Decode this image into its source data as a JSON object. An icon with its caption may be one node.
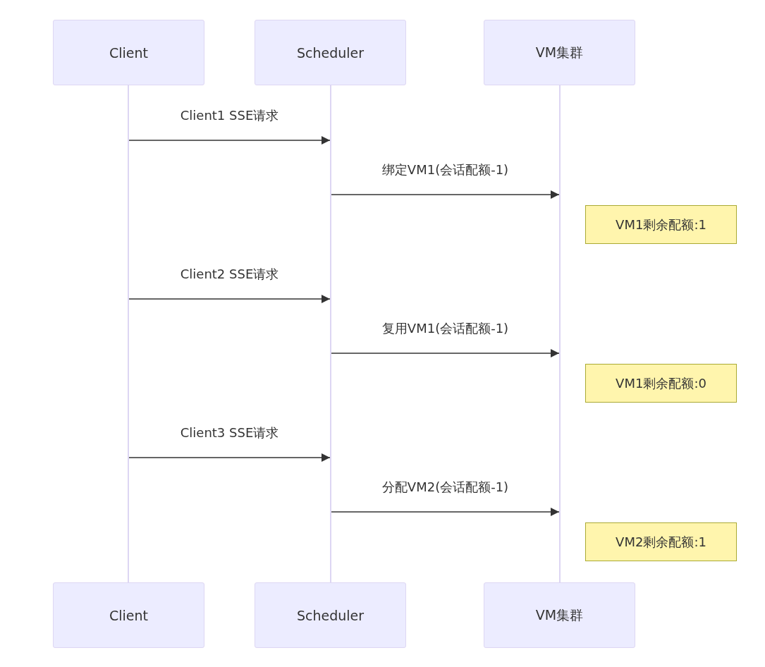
{
  "diagram": {
    "nodes": [
      {
        "text": [
          "Client"
        ]
      },
      {
        "text": [
          "Scheduler"
        ]
      },
      {
        "text": [
          "VM集群"
        ]
      },
      {
        "text": [],
        "shape": "bar"
      },
      {
        "text": [],
        "shape": "bar"
      },
      {
        "text": [],
        "shape": "bar"
      },
      {
        "text": [
          "VM1剩余配额:1"
        ]
      },
      {
        "text": [
          "VM1剩余配额:0"
        ]
      },
      {
        "text": [
          "VM2剩余配额:1"
        ]
      },
      {
        "text": [
          "Client"
        ]
      },
      {
        "text": [
          "Scheduler"
        ]
      },
      {
        "text": [
          "VM集群"
        ]
      }
    ],
    "edges": [
      {
        "from": 3,
        "to": 4,
        "arrow": "to",
        "label": "Client1 SSE请求"
      },
      {
        "from": 4,
        "to": 5,
        "arrow": "to",
        "label": "绑定VM1(会话配额-1)"
      },
      {
        "from": 3,
        "to": 4,
        "arrow": "to",
        "label": "Client2 SSE请求"
      },
      {
        "from": 4,
        "to": 5,
        "arrow": "to",
        "label": "复用VM1(会话配额-1)"
      },
      {
        "from": 3,
        "to": 4,
        "arrow": "to",
        "label": "Client3 SSE请求"
      },
      {
        "from": 4,
        "to": 5,
        "arrow": "to",
        "label": "分配VM2(会话配额-1)"
      }
    ]
  }
}
